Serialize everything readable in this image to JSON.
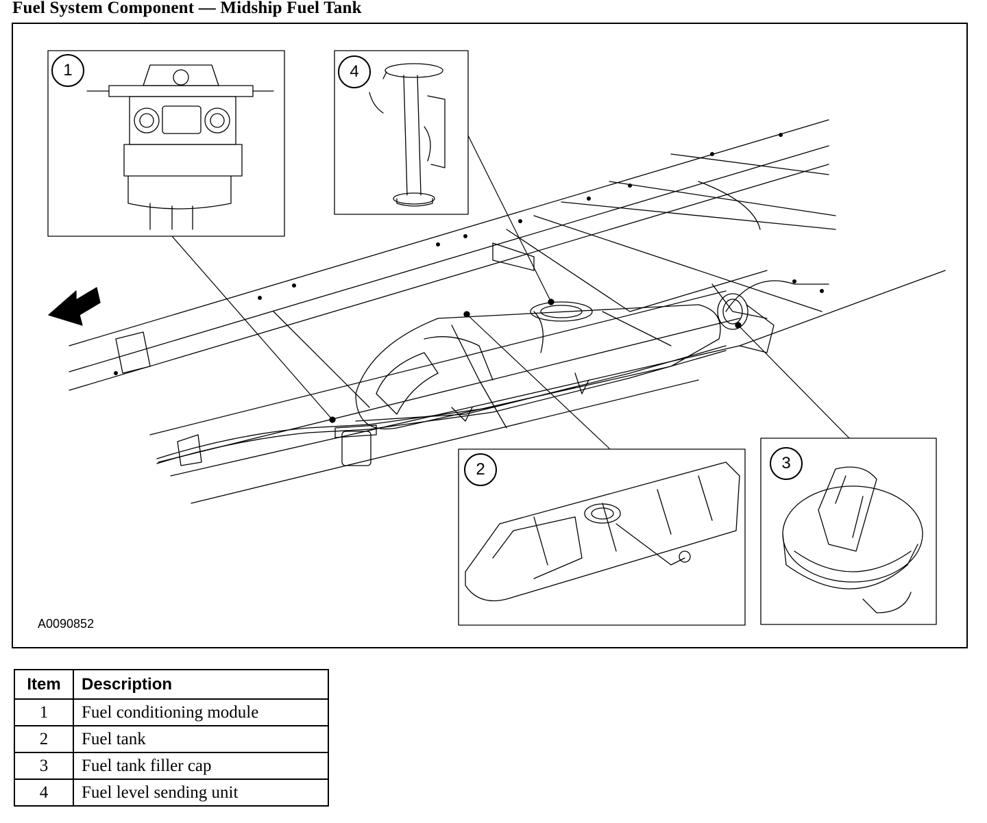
{
  "title": "Fuel System Component — Midship Fuel Tank",
  "figure": {
    "figure_id": "A0090852",
    "callouts": [
      "1",
      "2",
      "3",
      "4"
    ]
  },
  "legend": {
    "headers": [
      "Item",
      "Description"
    ],
    "rows": [
      {
        "item": "1",
        "description": "Fuel conditioning module"
      },
      {
        "item": "2",
        "description": "Fuel tank"
      },
      {
        "item": "3",
        "description": "Fuel tank filler cap"
      },
      {
        "item": "4",
        "description": "Fuel level sending unit"
      }
    ]
  }
}
